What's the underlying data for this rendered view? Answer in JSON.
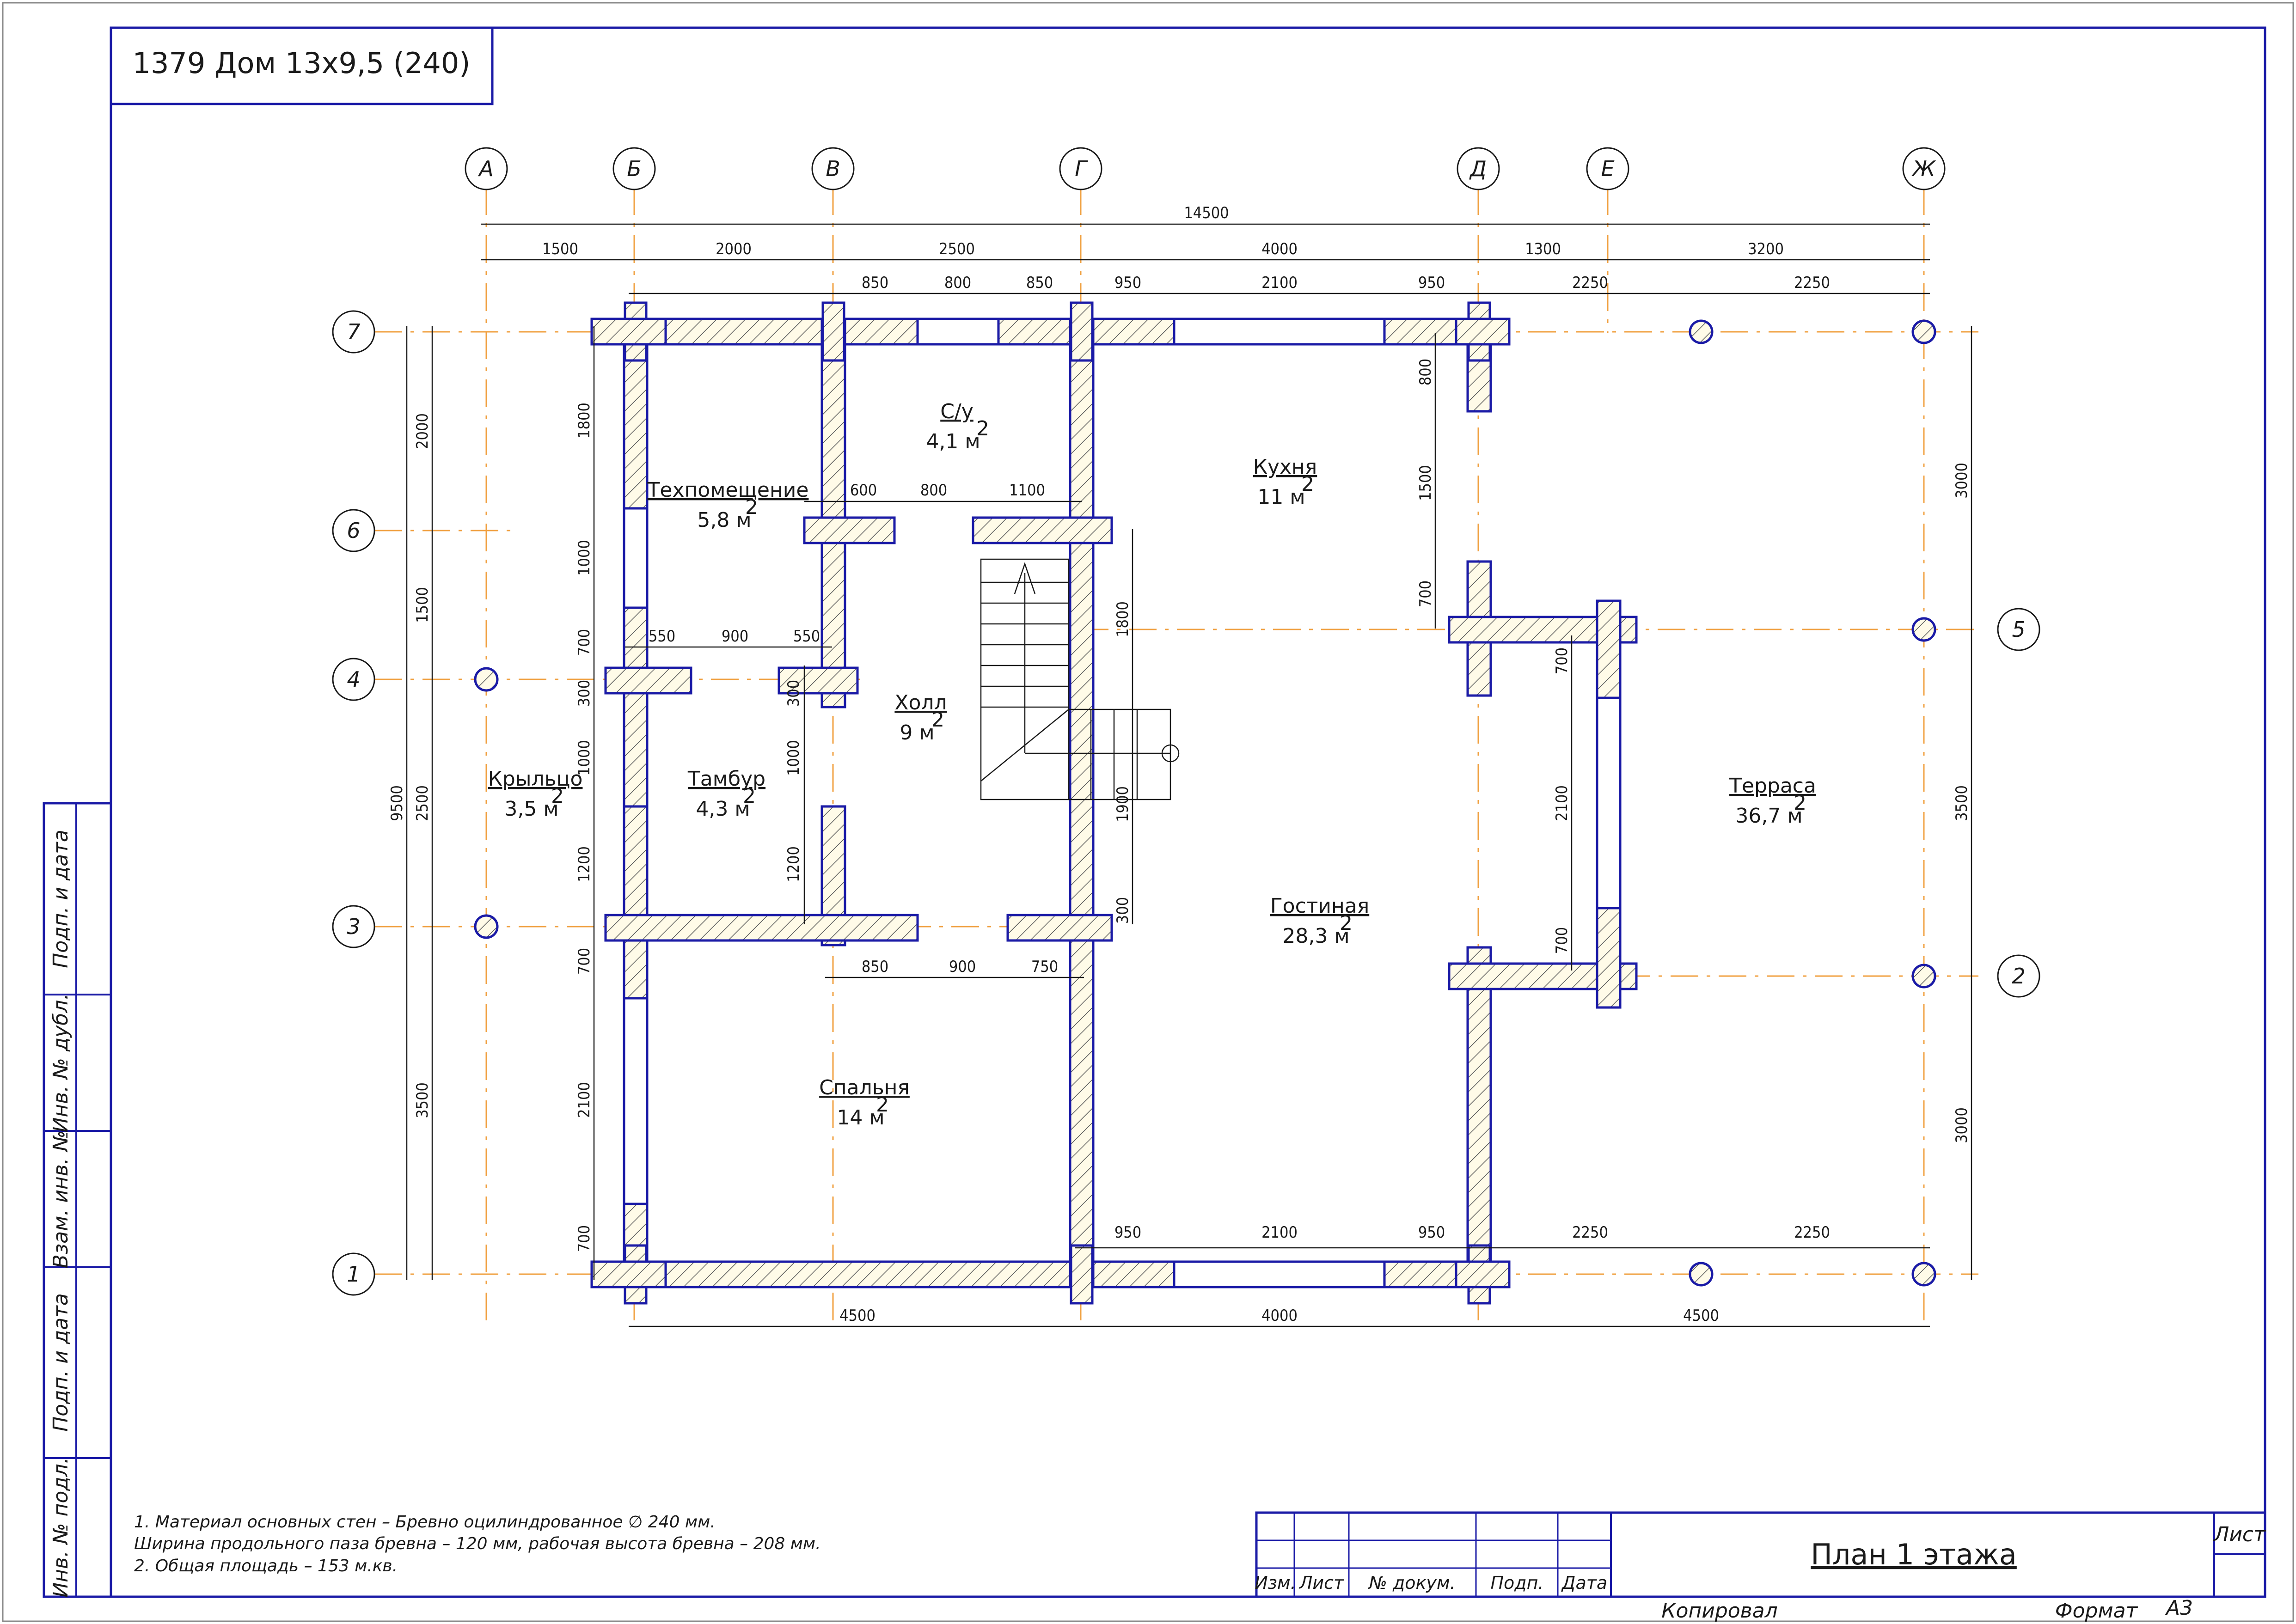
{
  "title_box": {
    "project": "1379 Дом 13x9,5 (240)"
  },
  "axes_letters": [
    "А",
    "Б",
    "В",
    "Г",
    "Д",
    "Е",
    "Ж"
  ],
  "axes_numbers": [
    "7",
    "6",
    "4",
    "3",
    "1",
    "5",
    "2"
  ],
  "dims": {
    "overall_top": "14500",
    "row2": [
      "1500",
      "2000",
      "2500",
      "4000",
      "1300",
      "3200"
    ],
    "row3": [
      "850",
      "800",
      "850",
      "950",
      "2100",
      "950",
      "2250",
      "2250"
    ],
    "inner_a": [
      "600",
      "800",
      "1100"
    ],
    "inner_b": [
      "550",
      "900",
      "550"
    ],
    "inner_c": [
      "850",
      "900",
      "750"
    ],
    "bottom_inner": [
      "950",
      "2100",
      "950",
      "2250",
      "2250"
    ],
    "bottom": [
      "4500",
      "4000",
      "4500"
    ],
    "left_outer": [
      "2000",
      "1500",
      "2500",
      "3500"
    ],
    "left_total": "9500",
    "left_inner": [
      "1800",
      "1000",
      "700",
      "300",
      "1000",
      "1200",
      "700",
      "2100",
      "700"
    ],
    "stair_left": [
      "300",
      "1000",
      "1200"
    ],
    "stair_right": [
      "1800",
      "1900",
      "300"
    ],
    "kitchen_left": [
      "800",
      "1500",
      "700"
    ],
    "living_right": [
      "700",
      "2100",
      "700"
    ],
    "right": [
      "3000",
      "3500",
      "3000"
    ]
  },
  "rooms": [
    {
      "name": "С/у",
      "area": "4,1 м"
    },
    {
      "name": "Техпомещение",
      "area": "5,8 м"
    },
    {
      "name": "Кухня",
      "area": "11 м"
    },
    {
      "name": "Холл",
      "area": "9 м"
    },
    {
      "name": "Крыльцо",
      "area": "3,5 м"
    },
    {
      "name": "Тамбур",
      "area": "4,3 м"
    },
    {
      "name": "Терраса",
      "area": "36,7 м"
    },
    {
      "name": "Гостиная",
      "area": "28,3 м"
    },
    {
      "name": "Спальня",
      "area": "14 м"
    }
  ],
  "sup": "2",
  "notes": [
    "1. Материал основных стен – Бревно оцилиндрованное ∅ 240 мм.",
    "Ширина продольного паза бревна – 120 мм, рабочая высота бревна – 208 мм.",
    "2. Общая площадь – 153 м.кв."
  ],
  "side_stamp": [
    "Подп. и дата",
    "Инв. № дубл.",
    "Взам. инв. №",
    "Подп. и дата",
    "Инв. № подл."
  ],
  "title_block": {
    "cols": [
      "Изм.",
      "Лист",
      "№ докум.",
      "Подп.",
      "Дата"
    ],
    "sheet_title": "План 1 этажа",
    "sheet_label": "Лист"
  },
  "footer": {
    "copied": "Копировал",
    "format_label": "Формат",
    "format": "А3"
  },
  "colors": {
    "frame": "#1a1aa6",
    "axis": "#f0a040",
    "ink": "#1a1a1a"
  }
}
